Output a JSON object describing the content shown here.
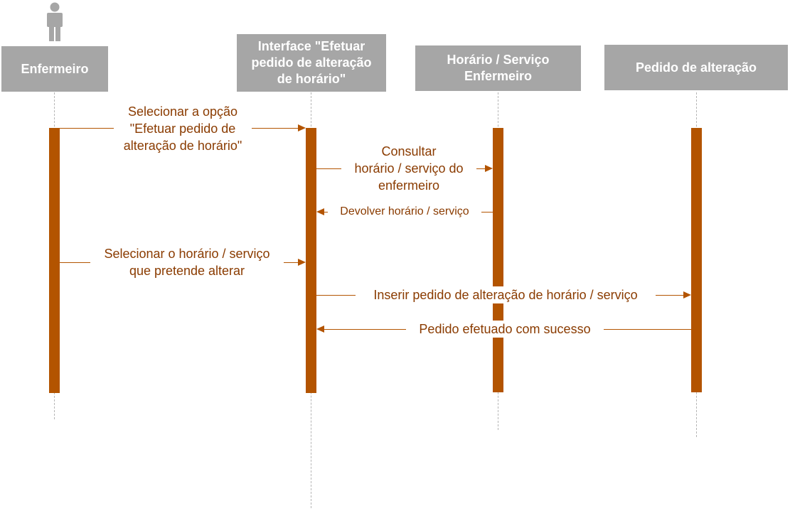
{
  "colors": {
    "header_bg": "#a6a6a6",
    "header_text": "#ffffff",
    "activation": "#b35400",
    "message_text": "#8a3b00",
    "lifeline": "#b5b5b5"
  },
  "actor_icon": "person-icon",
  "lanes": [
    {
      "id": "enfermeiro",
      "label": "Enfermeiro"
    },
    {
      "id": "interface",
      "label": "Interface \"Efetuar\npedido de alteração\nde horário\""
    },
    {
      "id": "horario",
      "label": "Horário / Serviço\nEnfermeiro"
    },
    {
      "id": "pedido",
      "label": "Pedido de alteração"
    }
  ],
  "messages": [
    {
      "label": "Selecionar a opção\n\"Efetuar pedido de\nalteração de horário\"",
      "from": "enfermeiro",
      "to": "interface"
    },
    {
      "label": "Consultar\nhorário / serviço do\nenfermeiro",
      "from": "interface",
      "to": "horario"
    },
    {
      "label": "Devolver horário / serviço",
      "from": "horario",
      "to": "interface"
    },
    {
      "label": "Selecionar o horário / serviço\nque pretende alterar",
      "from": "enfermeiro",
      "to": "interface"
    },
    {
      "label": "Inserir pedido de alteração de horário / serviço",
      "from": "interface",
      "to": "pedido"
    },
    {
      "label": "Pedido efetuado com sucesso",
      "from": "pedido",
      "to": "interface"
    }
  ]
}
